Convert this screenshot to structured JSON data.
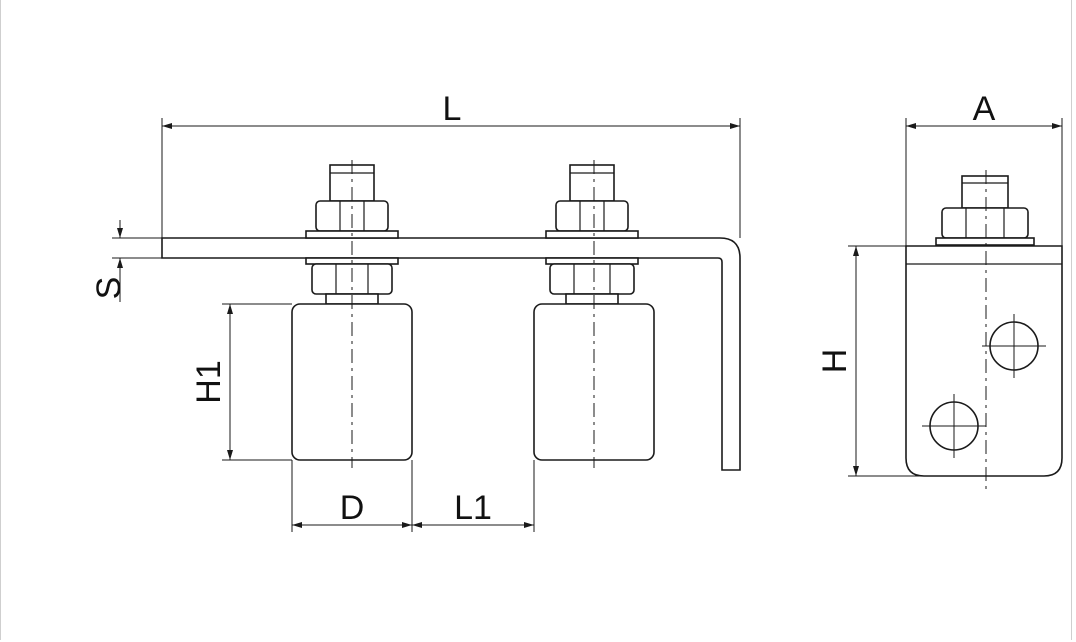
{
  "dimensions": {
    "L": "L",
    "S": "S",
    "H1": "H1",
    "D": "D",
    "L1": "L1",
    "A": "A",
    "H": "H"
  },
  "colors": {
    "line": "#1a1a1a",
    "background": "#ffffff",
    "frame": "#cfcfcf"
  }
}
